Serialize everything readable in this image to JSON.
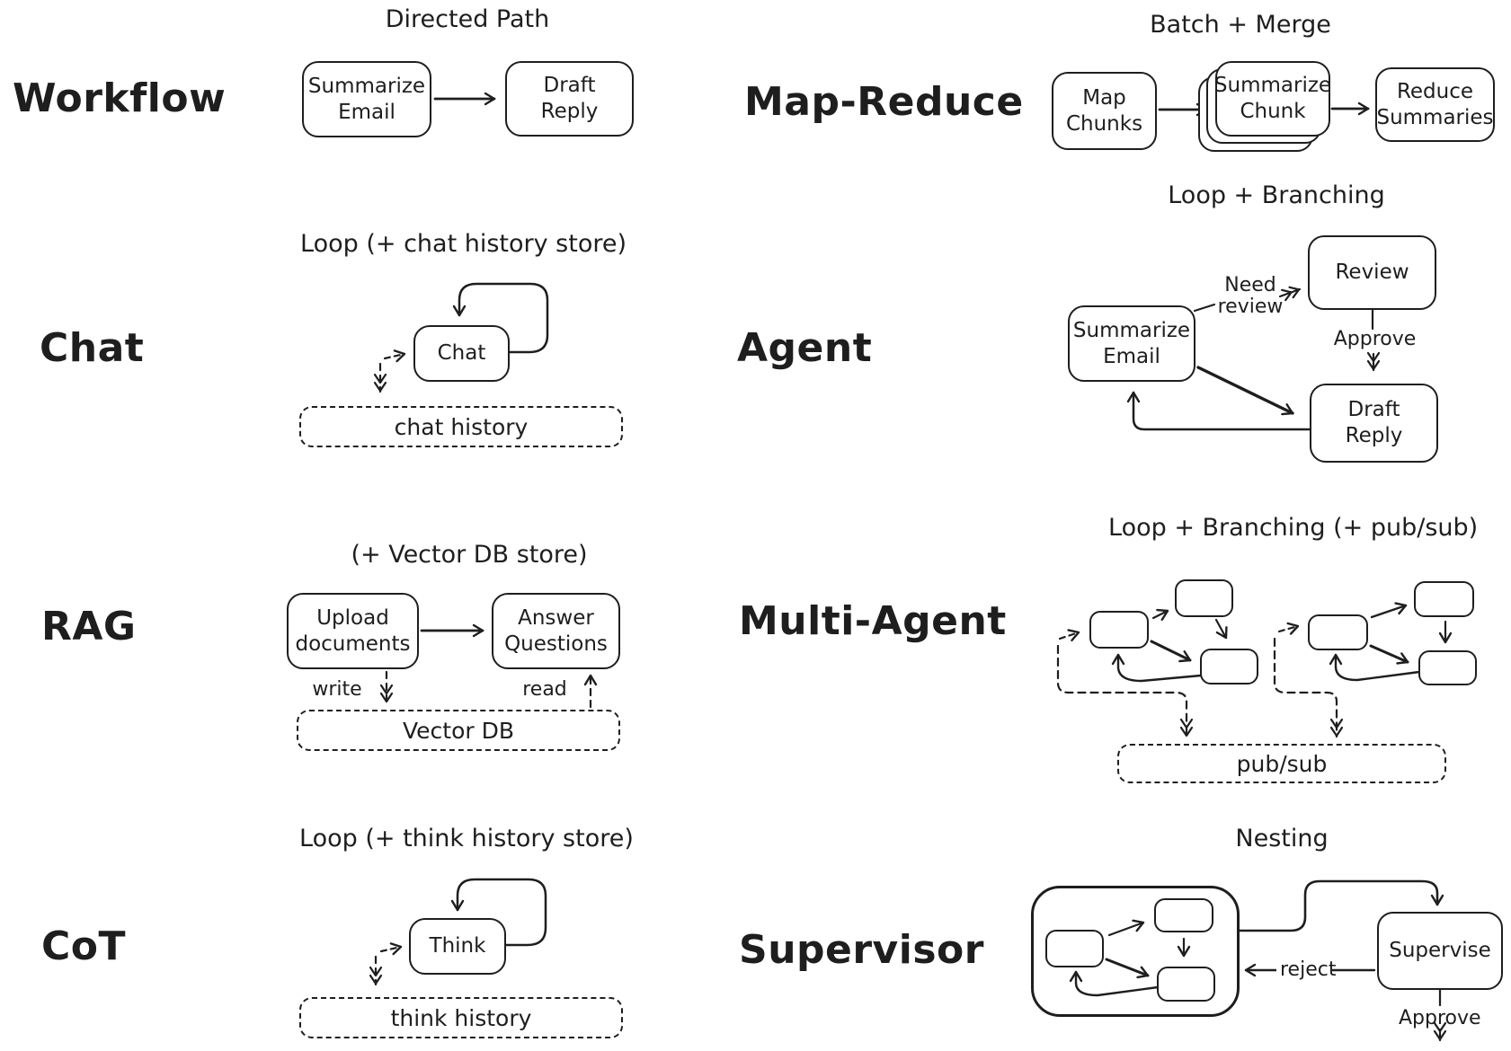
{
  "colors": {
    "ink": "#1e1e1e",
    "background": "#ffffff"
  },
  "sections": {
    "workflow": {
      "label": "Workflow",
      "subtitle": "Directed Path",
      "node_a": "Summarize\nEmail",
      "node_b": "Draft\nReply"
    },
    "map_reduce": {
      "label": "Map-Reduce",
      "subtitle": "Batch + Merge",
      "node_a": "Map\nChunks",
      "node_b": "Summarize\nChunk",
      "node_c": "Reduce\nSummaries"
    },
    "chat": {
      "label": "Chat",
      "subtitle": "Loop (+ chat history store)",
      "node_a": "Chat",
      "store": "chat history"
    },
    "agent": {
      "label": "Agent",
      "subtitle": "Loop + Branching",
      "node_a": "Summarize\nEmail",
      "node_b": "Review",
      "node_c": "Draft\nReply",
      "edge_need_review": "Need\nreview",
      "edge_approve": "Approve"
    },
    "rag": {
      "label": "RAG",
      "subtitle": "(+ Vector DB store)",
      "node_a": "Upload\ndocuments",
      "node_b": "Answer\nQuestions",
      "store": "Vector DB",
      "edge_write": "write",
      "edge_read": "read"
    },
    "multi_agent": {
      "label": "Multi-Agent",
      "subtitle": "Loop + Branching (+ pub/sub)",
      "store": "pub/sub"
    },
    "cot": {
      "label": "CoT",
      "subtitle": "Loop (+ think history store)",
      "node_a": "Think",
      "store": "think history"
    },
    "supervisor": {
      "label": "Supervisor",
      "subtitle": "Nesting",
      "node_a": "Supervise",
      "edge_reject": "reject",
      "edge_approve": "Approve"
    }
  }
}
